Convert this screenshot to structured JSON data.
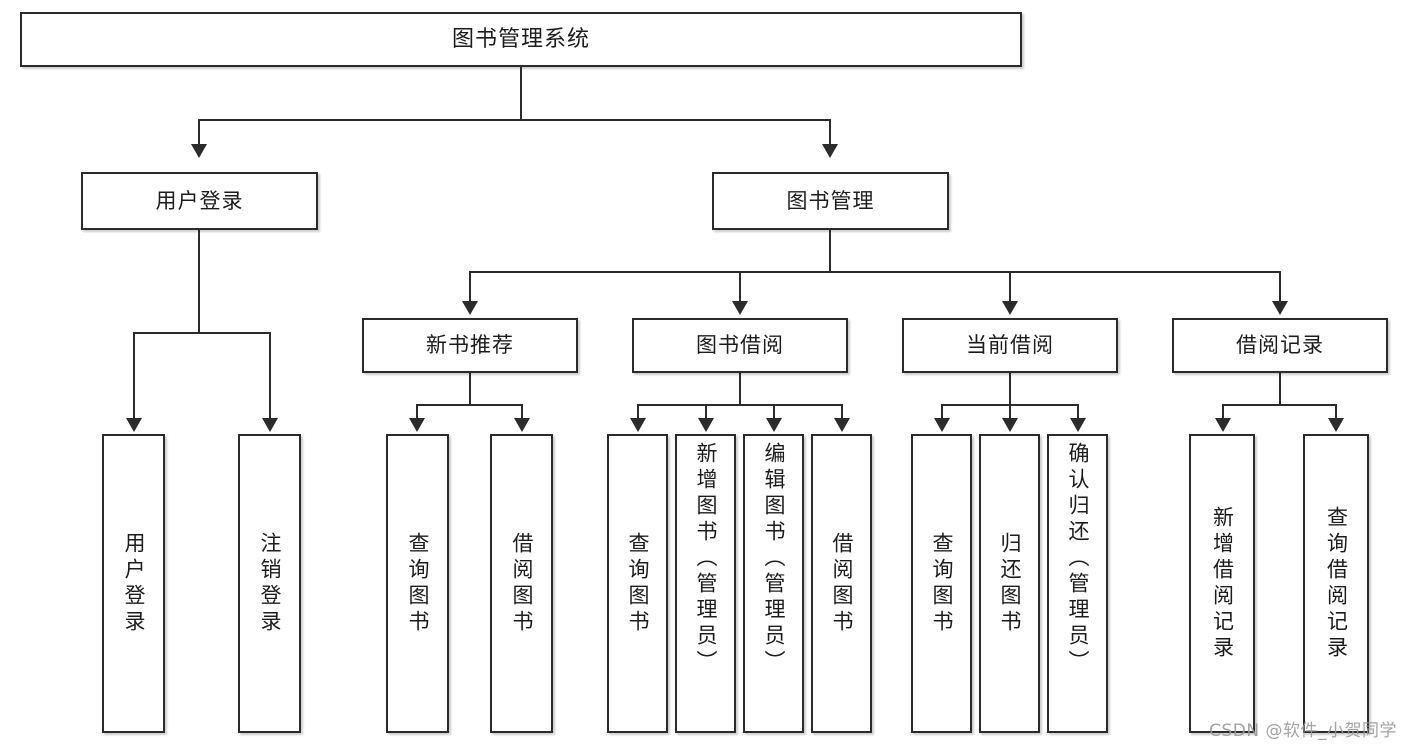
{
  "diagram": {
    "type": "tree",
    "title": "图书管理系统",
    "root": {
      "id": "root",
      "label": "图书管理系统"
    },
    "level2": [
      {
        "id": "user-login",
        "label": "用户登录"
      },
      {
        "id": "book-management",
        "label": "图书管理"
      }
    ],
    "level3": [
      {
        "id": "new-book-recommend",
        "label": "新书推荐",
        "parent": "book-management"
      },
      {
        "id": "book-borrow",
        "label": "图书借阅",
        "parent": "book-management"
      },
      {
        "id": "current-borrow",
        "label": "当前借阅",
        "parent": "book-management"
      },
      {
        "id": "borrow-record",
        "label": "借阅记录",
        "parent": "book-management"
      }
    ],
    "leaves": [
      {
        "id": "leaf-user-login",
        "label": "用户登录",
        "parent": "user-login"
      },
      {
        "id": "leaf-logout",
        "label": "注销登录",
        "parent": "user-login"
      },
      {
        "id": "leaf-query-book-1",
        "label": "查询图书",
        "parent": "new-book-recommend"
      },
      {
        "id": "leaf-borrow-book-1",
        "label": "借阅图书",
        "parent": "new-book-recommend"
      },
      {
        "id": "leaf-query-book-2",
        "label": "查询图书",
        "parent": "book-borrow"
      },
      {
        "id": "leaf-add-book",
        "label": "新增图书（管理员）",
        "parent": "book-borrow"
      },
      {
        "id": "leaf-edit-book",
        "label": "编辑图书（管理员）",
        "parent": "book-borrow"
      },
      {
        "id": "leaf-borrow-book-2",
        "label": "借阅图书",
        "parent": "book-borrow"
      },
      {
        "id": "leaf-query-book-3",
        "label": "查询图书",
        "parent": "current-borrow"
      },
      {
        "id": "leaf-return-book",
        "label": "归还图书",
        "parent": "current-borrow"
      },
      {
        "id": "leaf-confirm-return",
        "label": "确认归还（管理员）",
        "parent": "current-borrow"
      },
      {
        "id": "leaf-add-record",
        "label": "新增借阅记录",
        "parent": "borrow-record"
      },
      {
        "id": "leaf-query-record",
        "label": "查询借阅记录",
        "parent": "borrow-record"
      }
    ]
  },
  "watermark": {
    "text": "CSDN @软件_小贺同学"
  },
  "colors": {
    "border": "#2b2b2b",
    "background": "#ffffff",
    "text": "#1c1c1c",
    "watermark": "#9a9a9a"
  }
}
